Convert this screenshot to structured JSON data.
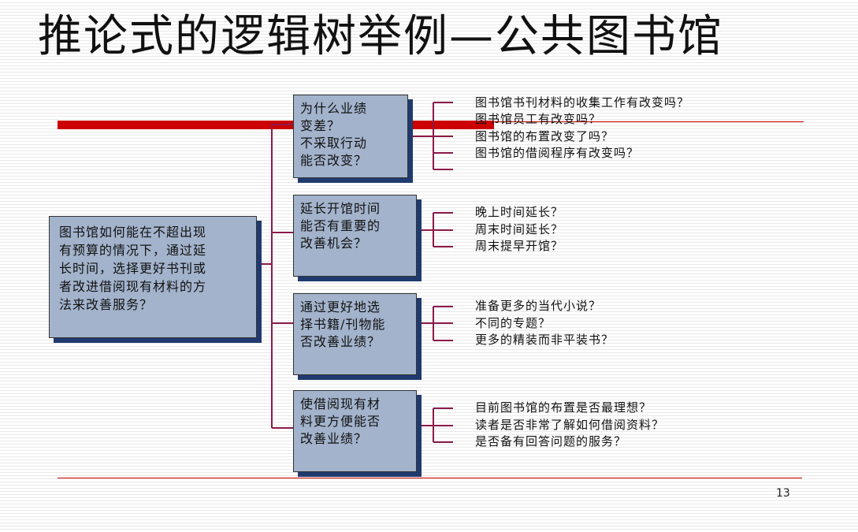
{
  "slide": {
    "title": "推论式的逻辑树举例—公共图书馆",
    "page_number": "13"
  },
  "root": {
    "lines": [
      "图书馆如何能在不超出现",
      "有预算的情况下，通过延",
      "长时间，选择更好书刊或",
      "者改进借阅现有材料的方",
      "法来改善服务？"
    ]
  },
  "branches": [
    {
      "lines": [
        "为什么业绩",
        "变差？",
        "不采取行动",
        "能否改变？"
      ],
      "items": [
        "图书馆书刊材料的收集工作有改变吗？",
        "图书馆员工有改变吗？",
        "图书馆的布置改变了吗？",
        "图书馆的借阅程序有改变吗？"
      ]
    },
    {
      "lines": [
        "延长开馆时间",
        "能否有重要的",
        "改善机会？"
      ],
      "items": [
        "晚上时间延长？",
        "周末时间延长？",
        "周末提早开馆？"
      ]
    },
    {
      "lines": [
        "通过更好地选",
        "择书籍/刊物能",
        "否改善业绩？"
      ],
      "items": [
        "准备更多的当代小说？",
        "不同的专题？",
        "更多的精装而非平装书？"
      ]
    },
    {
      "lines": [
        "使借阅现有材",
        "料更方便能否",
        "改善业绩？"
      ],
      "items": [
        "目前图书馆的布置是否最理想？",
        "读者是否非常了解如何借阅资料？",
        "是否备有回答问题的服务？"
      ]
    }
  ],
  "colors": {
    "accent_red": "#cc0000",
    "box_fill": "#a3b3cc",
    "box_shadow": "#1f3a6e",
    "connector": "#8b1a4a"
  }
}
